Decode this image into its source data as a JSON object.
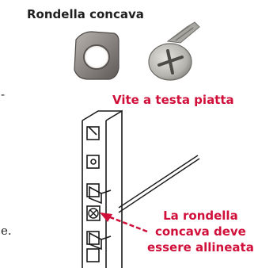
{
  "labels": {
    "washer": "Rondella concava",
    "screw": "Vite a testa piatta",
    "align_line1": "La rondella",
    "align_line2": "concava deve",
    "align_line3": "essere allineata"
  },
  "clipped_text": {
    "mark": "-",
    "e": "e."
  },
  "colors": {
    "label": "#1f1f1f",
    "accent": "#d0103a",
    "rail_stroke": "#1a1a1a",
    "washer": "#8a8582",
    "screw": "#b5b3ad"
  }
}
